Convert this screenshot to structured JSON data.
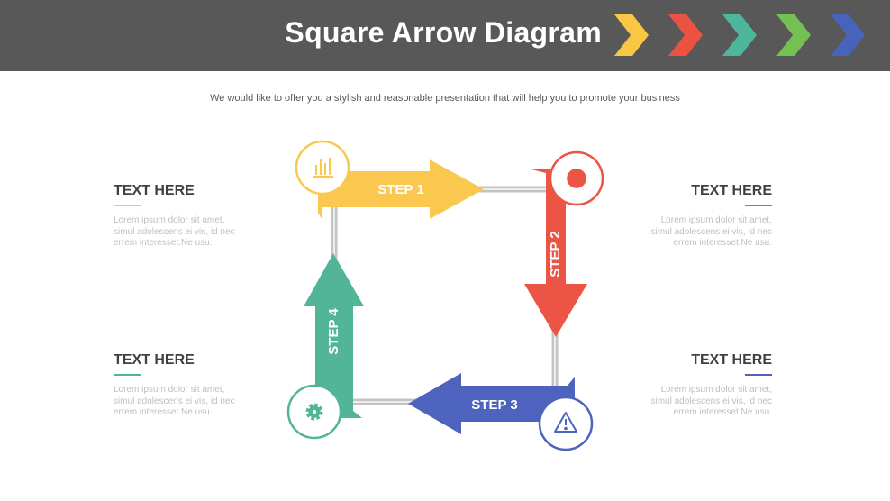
{
  "header": {
    "title": "Square Arrow Diagram",
    "chevron_colors": [
      "#f9c744",
      "#ec5241",
      "#4db79b",
      "#76bf52",
      "#4763bb"
    ]
  },
  "subtitle": "We would like to offer you a stylish and reasonable presentation that will help you to promote your business",
  "steps": [
    {
      "label": "STEP 1",
      "color": "#fbc84f",
      "icon": "bar-chart-icon"
    },
    {
      "label": "STEP 2",
      "color": "#ec5545",
      "icon": "globe-icon"
    },
    {
      "label": "STEP 3",
      "color": "#4d63be",
      "icon": "warning-icon"
    },
    {
      "label": "STEP 4",
      "color": "#52b597",
      "icon": "gear-icon"
    }
  ],
  "blocks": [
    {
      "heading": "TEXT HERE",
      "lines": [
        "Lorem ipsum dolor sit amet,",
        "simul adolescens ei vis, id nec",
        "errem interesset.Ne usu."
      ],
      "accent": "#fbc84f"
    },
    {
      "heading": "TEXT HERE",
      "lines": [
        "Lorem ipsum dolor sit amet,",
        "simul adolescens ei vis, id nec",
        "errem interesset.Ne usu."
      ],
      "accent": "#ec5545"
    },
    {
      "heading": "TEXT HERE",
      "lines": [
        "Lorem ipsum dolor sit amet,",
        "simul adolescens ei vis, id nec",
        "errem interesset.Ne usu."
      ],
      "accent": "#4d63be"
    },
    {
      "heading": "TEXT HERE",
      "lines": [
        "Lorem ipsum dolor sit amet,",
        "simul adolescens ei vis, id nec",
        "errem interesset.Ne usu."
      ],
      "accent": "#52b597"
    }
  ]
}
